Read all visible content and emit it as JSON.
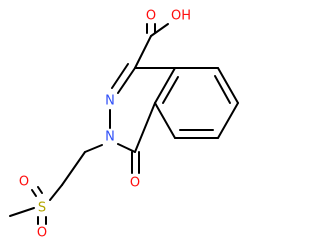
{
  "molecule": {
    "atoms": {
      "carboxyl_oh": "OH",
      "carboxyl_o": "O",
      "ring_n1": "N",
      "ring_n2": "N",
      "ketone_o": "O",
      "sulfonyl_s": "S",
      "sulfonyl_o_left": "O",
      "sulfonyl_o_bottom": "O"
    },
    "colors": {
      "oxygen": "#ff0d0d",
      "nitrogen": "#3050f8",
      "sulfur": "#b3a600",
      "bond": "#000000"
    }
  }
}
